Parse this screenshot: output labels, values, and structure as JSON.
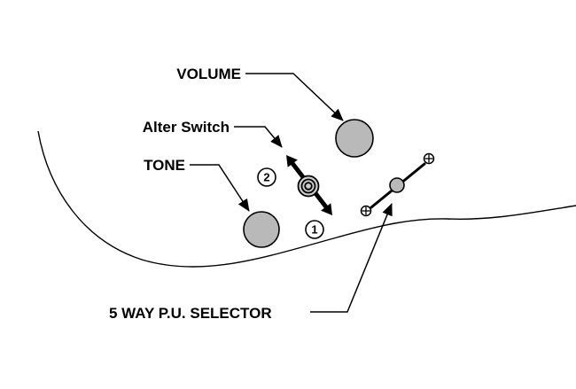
{
  "diagram": {
    "background": "#ffffff",
    "line_color": "#000000",
    "labels": {
      "volume": "VOLUME",
      "alter_switch": "Alter Switch",
      "tone": "TONE",
      "selector": "5 WAY P.U. SELECTOR"
    },
    "switch_positions": {
      "pos1": "1",
      "pos2": "2"
    },
    "colors": {
      "knob_fill": "#b9b9b9",
      "selector_knob_fill": "#b9b9b9",
      "alter_button_fill": "#cccccc"
    }
  }
}
